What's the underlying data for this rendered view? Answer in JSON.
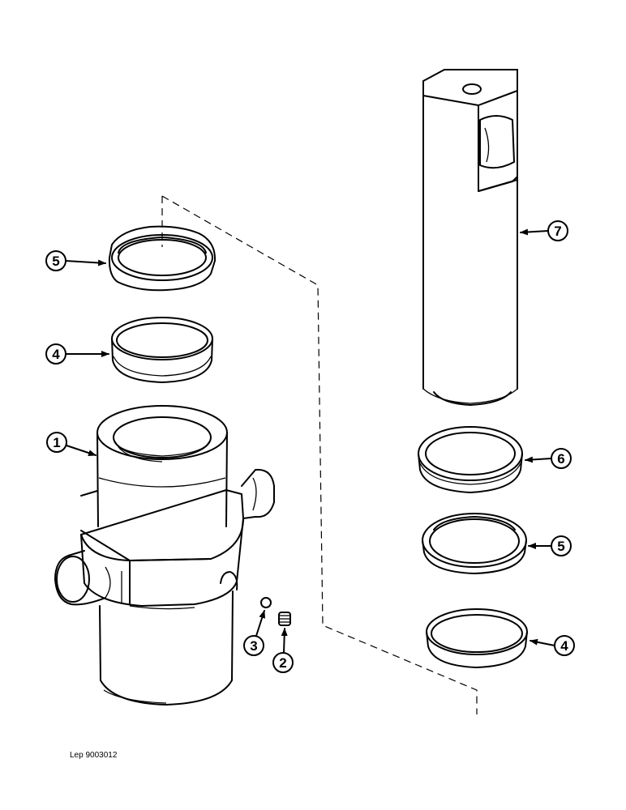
{
  "callouts": {
    "c1": "1",
    "c2": "2",
    "c3": "3",
    "c4_left": "4",
    "c5_left": "5",
    "c4_right": "4",
    "c5_right": "5",
    "c6": "6",
    "c7": "7"
  },
  "reference": "Lep 9003012"
}
